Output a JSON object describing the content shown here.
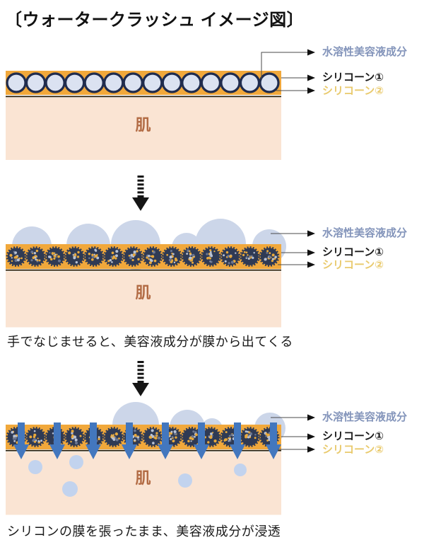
{
  "title": "〔ウォータークラッシュ イメージ図〕",
  "labels": {
    "water": "水溶性美容液成分",
    "silicone1": "シリコーン①",
    "silicone2": "シリコーン②",
    "skin": "肌"
  },
  "captions": {
    "step2": "手でなじませると、美容液成分が膜から出てくる",
    "step3": "シリコンの膜を張ったまま、美容液成分が浸透"
  },
  "colors": {
    "page_bg": "#FFFFFF",
    "band": "#F1A83B",
    "droplet_fill": "#DBE2F1",
    "droplet_stroke": "#202C4E",
    "band_underline": "#2B1E07",
    "skin_fill": "#FAE4D3",
    "skin_text": "#B26B44",
    "water_text": "#8495BB",
    "silicone1_text": "#1A1A1A",
    "silicone2_text": "#E9CA6D",
    "bump_fill": "#CCD6E9",
    "skin_drop_fill": "#C2D3EE",
    "crushed_fill": "#2F3A54",
    "speckle_orange": "#E8A93C",
    "speckle_light": "#B9C2D4",
    "arrow_blue": "#4377BE",
    "leader_line": "#4A4A4A",
    "arrowhead": "#111111",
    "dashed_arrow": "#151515",
    "title_text": "#111111",
    "caption_text": "#1A1A1A"
  }
}
